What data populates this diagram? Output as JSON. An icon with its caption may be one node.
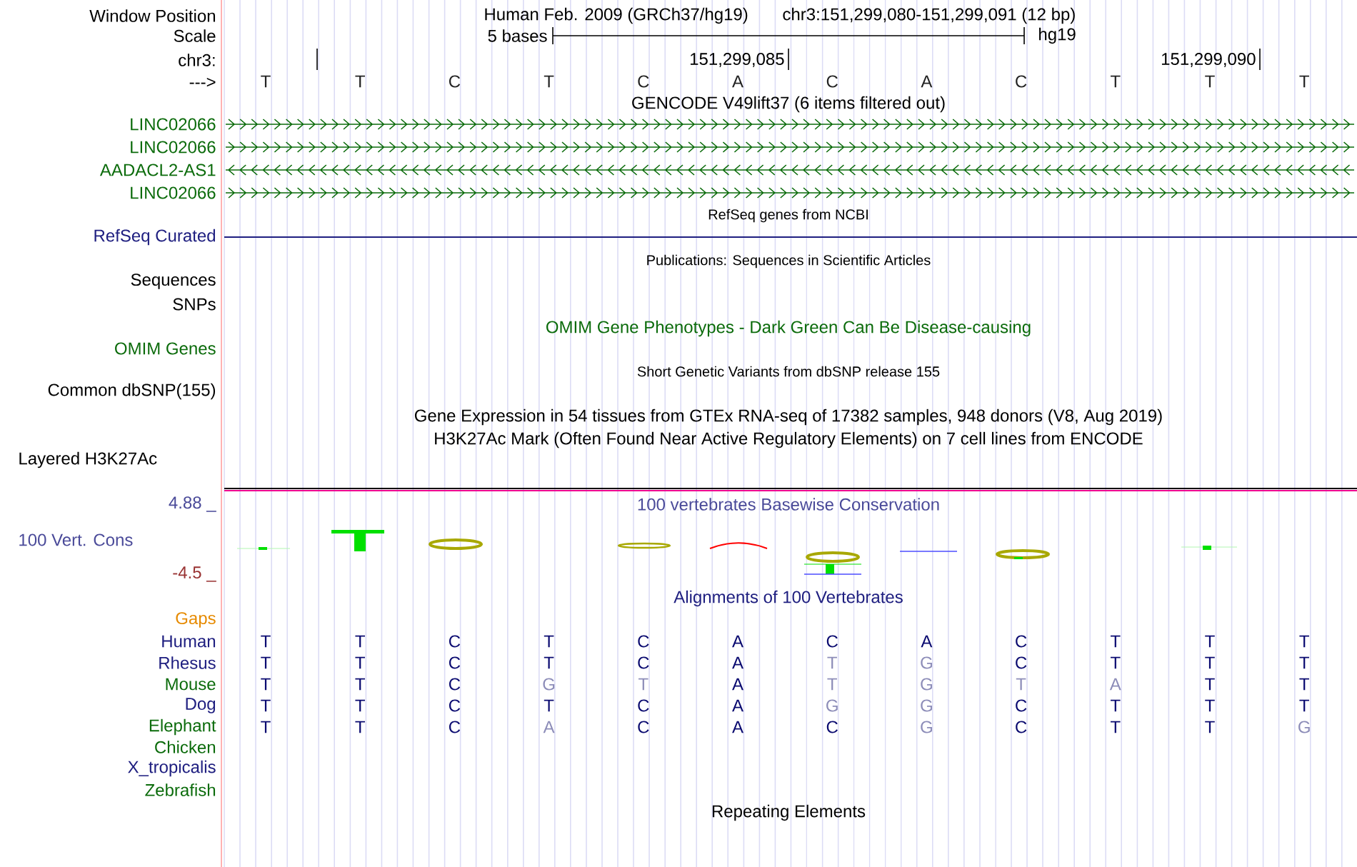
{
  "diagram": {
    "labels": [
      "Window Position",
      "Human Feb. 2009 (GRCh37/hg19)",
      "chr3:151,299,080-151,299,091 (12 bp)",
      "Scale",
      "5 bases",
      "hg19",
      "chr3:",
      "151,299,085",
      "151,299,090",
      "--->",
      "T",
      "T",
      "C",
      "T",
      "C",
      "A",
      "C",
      "A",
      "C",
      "T",
      "T",
      "T",
      "GENCODE V49lift37 (6 items filtered out)",
      "LINC02066",
      "LINC02066",
      "AADACL2-AS1",
      "LINC02066",
      "RefSeq genes from NCBI",
      "RefSeq Curated",
      "Publications: Sequences in Scientific Articles",
      "Sequences",
      "SNPs",
      "OMIM Gene Phenotypes - Dark Green Can Be Disease-causing",
      "OMIM Genes",
      "Short Genetic Variants from dbSNP release 155",
      "Common dbSNP(155)",
      "Gene Expression in 54 tissues from GTEx RNA-seq of 17382 samples, 948 donors (V8, Aug 2019)",
      "H3K27Ac Mark (Often Found Near Active Regulatory Elements) on 7 cell lines from ENCODE",
      "Layered H3K27Ac",
      "4.88 _",
      "100 vertebrates Basewise Conservation",
      "100 Vert. Cons",
      "-4.5 _",
      "Alignments of 100 Vertebrates",
      "Gaps",
      "Human",
      "T",
      "T",
      "C",
      "T",
      "C",
      "A",
      "C",
      "A",
      "C",
      "T",
      "T",
      "T",
      "Rhesus",
      "T",
      "T",
      "C",
      "T",
      "C",
      "A",
      "T",
      "G",
      "C",
      "T",
      "T",
      "T",
      "Mouse",
      "T",
      "T",
      "C",
      "G",
      "T",
      "A",
      "T",
      "G",
      "T",
      "A",
      "T",
      "T",
      "Dog",
      "T",
      "T",
      "C",
      "T",
      "C",
      "A",
      "G",
      "G",
      "C",
      "T",
      "T",
      "T",
      "Elephant",
      "T",
      "T",
      "C",
      "A",
      "C",
      "A",
      "C",
      "G",
      "C",
      "T",
      "T",
      "G",
      "Chicken",
      "X_tropicalis",
      "Zebrafish",
      "Repeating Elements"
    ]
  }
}
